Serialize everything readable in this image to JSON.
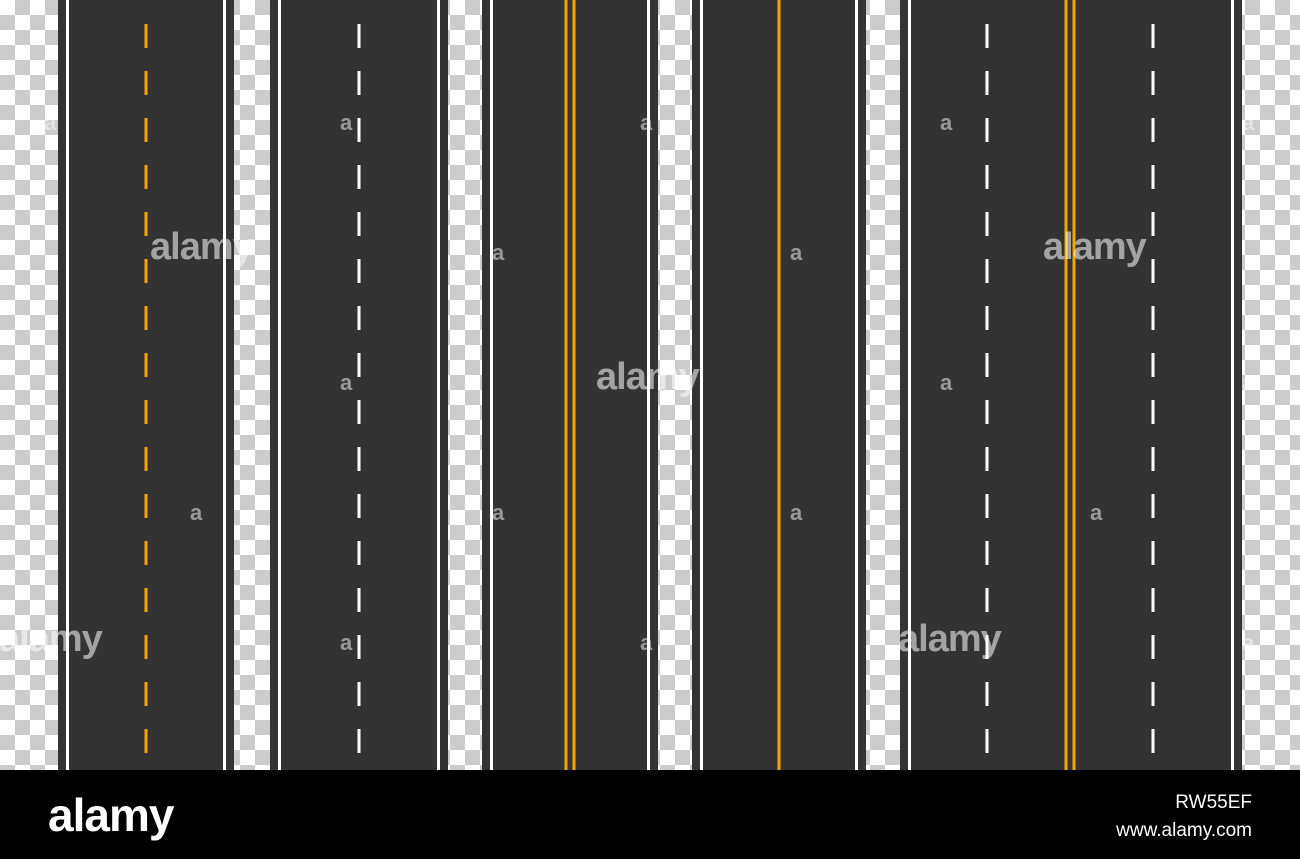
{
  "colors": {
    "asphalt": "#333333",
    "white_line": "#ffffff",
    "yellow_line": "#f5a400",
    "checker_dark": "#cccccc",
    "checker_light": "#ffffff",
    "footer_bg": "#000000"
  },
  "roads": [
    {
      "name": "road-1",
      "center_line": "yellow-dashed"
    },
    {
      "name": "road-2",
      "center_line": "white-dashed"
    },
    {
      "name": "road-3",
      "center_line": "double-yellow-solid"
    },
    {
      "name": "road-4",
      "center_line": "single-yellow-solid"
    },
    {
      "name": "road-5",
      "center_line": "white-dashed-and-double-yellow"
    }
  ],
  "watermark": {
    "word": "alamy",
    "letter": "a"
  },
  "footer": {
    "logo": "alamy",
    "image_id": "RW55EF",
    "url": "www.alamy.com"
  }
}
